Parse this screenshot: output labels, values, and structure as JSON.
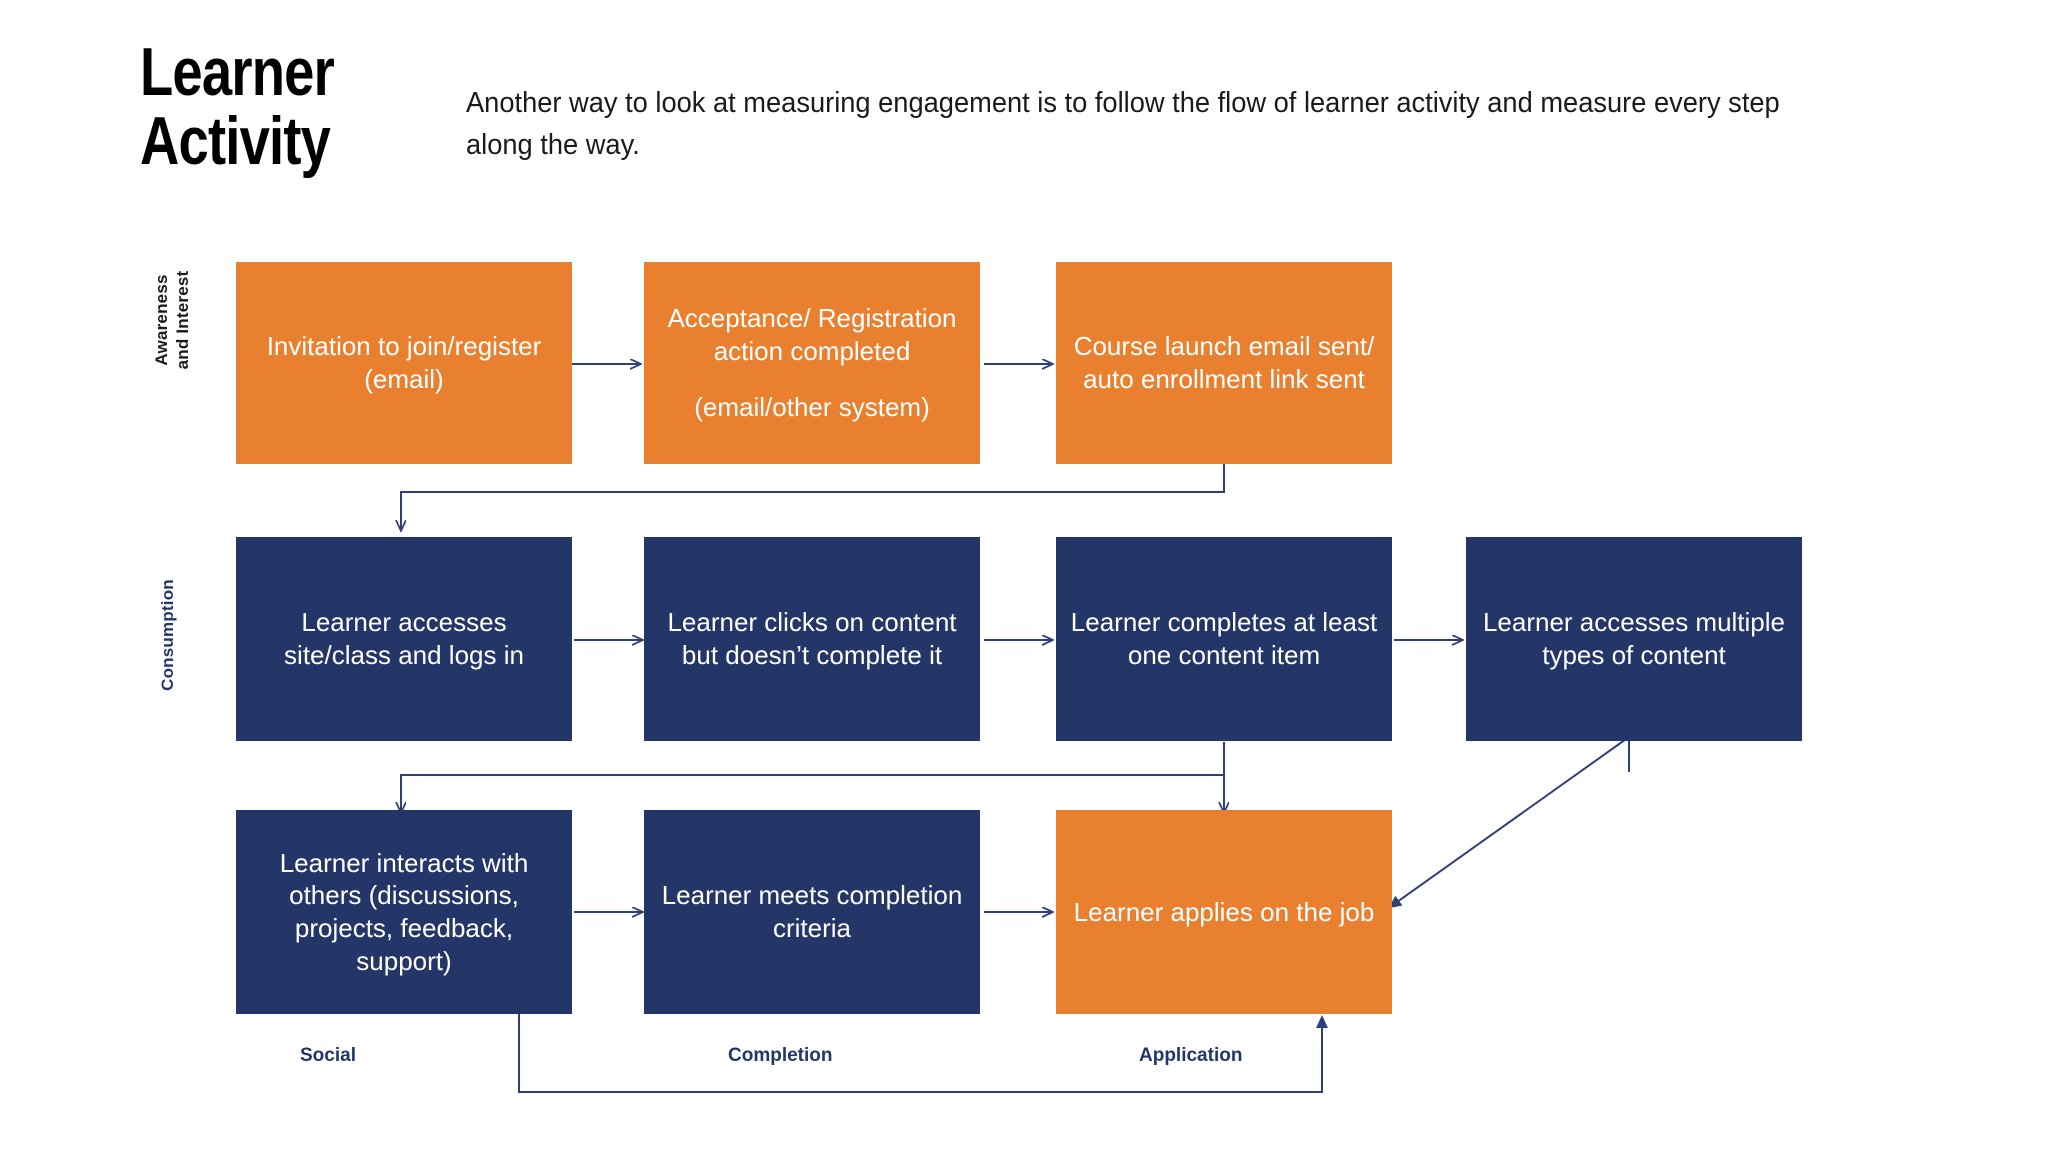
{
  "header": {
    "title": "Learner\nActivity",
    "subtitle": "Another way to look at measuring engagement is to follow the flow of learner activity and measure every step along the way."
  },
  "colors": {
    "orange": "#E8802F",
    "navy": "#243567",
    "connector": "#2f3f77",
    "label_navy": "#23366b",
    "background": "#ffffff"
  },
  "bands": [
    {
      "id": "awareness",
      "label": "Awareness\nand Interest",
      "color": "#1b1b1b"
    },
    {
      "id": "consumption",
      "label": "Consumption",
      "color": "#25366b"
    }
  ],
  "rows": [
    {
      "id": "row-awareness",
      "boxes": [
        {
          "id": "invitation",
          "color": "orange",
          "lines": [
            "Invitation to join/register (email)"
          ]
        },
        {
          "id": "acceptance",
          "color": "orange",
          "lines": [
            "Acceptance/ Registration action completed",
            "(email/other system)"
          ]
        },
        {
          "id": "course-launch",
          "color": "orange",
          "lines": [
            "Course launch email sent/ auto enrollment link sent"
          ]
        }
      ]
    },
    {
      "id": "row-consumption",
      "boxes": [
        {
          "id": "accesses-site",
          "color": "navy",
          "lines": [
            "Learner accesses site/class and logs in"
          ]
        },
        {
          "id": "clicks-content",
          "color": "navy",
          "lines": [
            "Learner clicks on content but doesn’t complete it"
          ]
        },
        {
          "id": "completes-one",
          "color": "navy",
          "lines": [
            "Learner completes at least one content item"
          ]
        },
        {
          "id": "multiple-types",
          "color": "navy",
          "lines": [
            "Learner accesses multiple types of content"
          ]
        }
      ]
    },
    {
      "id": "row-outcomes",
      "boxes": [
        {
          "id": "interacts-others",
          "color": "navy",
          "lines": [
            "Learner interacts with others (discussions, projects, feedback, support)"
          ]
        },
        {
          "id": "completion-criteria",
          "color": "navy",
          "lines": [
            "Learner meets completion criteria"
          ]
        },
        {
          "id": "applies-on-job",
          "color": "orange",
          "lines": [
            "Learner applies on the job"
          ]
        }
      ]
    }
  ],
  "stage_labels": [
    {
      "id": "social",
      "label": "Social"
    },
    {
      "id": "completion",
      "label": "Completion"
    },
    {
      "id": "application",
      "label": "Application"
    }
  ]
}
